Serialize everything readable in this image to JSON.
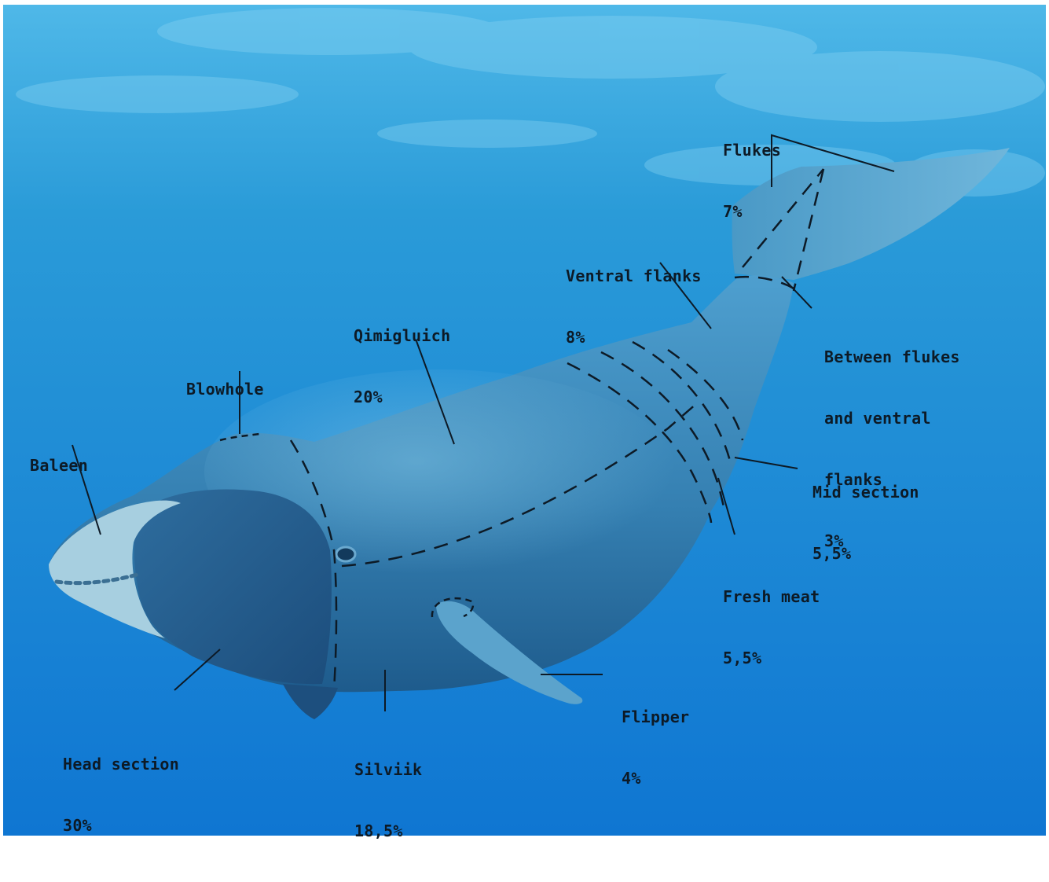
{
  "labels": {
    "flukes": {
      "name": "Flukes",
      "value": "7%"
    },
    "ventral_flanks": {
      "name": "Ventral flanks",
      "value": "8%"
    },
    "qimigluich": {
      "name": "Qimigluich",
      "value": "20%"
    },
    "blowhole": {
      "name": "Blowhole"
    },
    "baleen": {
      "name": "Baleen"
    },
    "between": {
      "line1": "Between flukes",
      "line2": "and ventral",
      "line3": "flanks",
      "value": "3%"
    },
    "mid_section": {
      "name": "Mid section",
      "value": "5,5%"
    },
    "fresh_meat": {
      "name": "Fresh meat",
      "value": "5,5%"
    },
    "flipper": {
      "name": "Flipper",
      "value": "4%"
    },
    "head_section": {
      "name": "Head section",
      "value": "30%"
    },
    "silviik": {
      "name": "Silviik",
      "value": "18,5%"
    }
  },
  "colors": {
    "water_top": "#2f9fd6",
    "water_bottom": "#1279d4",
    "whale_body": "#3a86b4",
    "whale_shadow": "#1f4f78",
    "lip": "#9fc9dc",
    "line": "#0d1a26"
  }
}
